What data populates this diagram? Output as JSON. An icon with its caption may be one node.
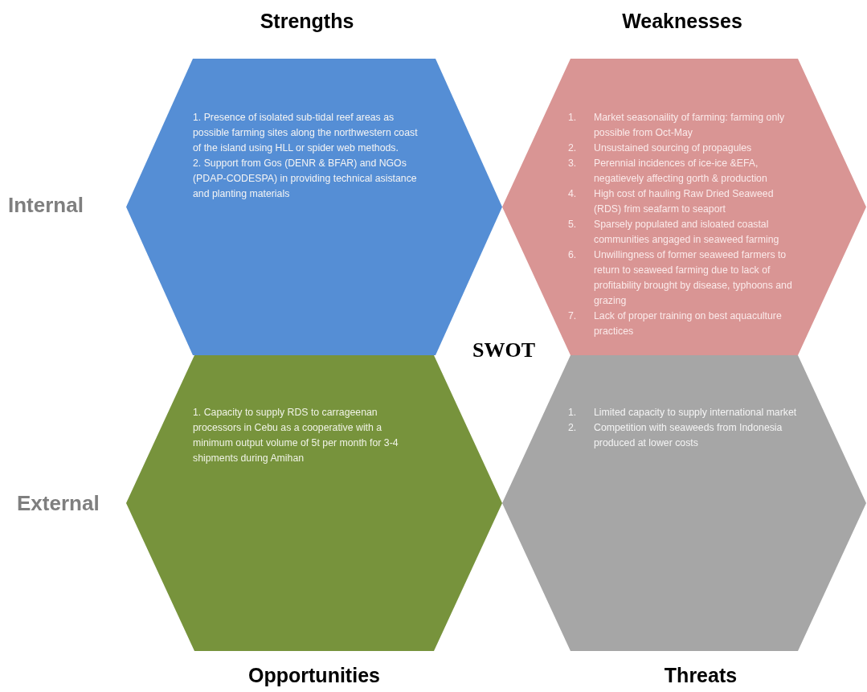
{
  "diagram": {
    "nodes": [
      {
        "text": [
          "Strengths",
          "1. Presence of isolated sub-tidal reef areas as possible farming  sites along the northwestern coast of the island using HLL or spider web methods.",
          "2. Support from Gos (DENR & BFAR) and NGOs (PDAP-CODESPA)  in providing technical asistance and planting materials"
        ]
      },
      {
        "text": [
          "Weaknesses",
          "1. Market seasonaility of farming: farming only possible from Oct-May",
          "2. Unsustained sourcing of propagules",
          "3. Perennial incidences of ice-ice &EFA, negatievely affecting gorth & production",
          "4. High cost of hauling Raw Dried Seaweed (RDS) frim seafarm to seaport",
          "5. Sparsely populated and isloated coastal communities angaged in seaweed farming",
          "6. Unwillingness of former seaweed farmers to return to seaweed farming due to lack of profitability brought by disease, typhoons and grazing",
          "7. Lack of proper training on best aquaculture practices"
        ]
      },
      {
        "text": [
          "1. Capacity to supply RDS to carrageenan processors in Cebu as a cooperative with a minimum output volume of 5t per month for 3-4 shipments during Amihan",
          "Opportunities"
        ]
      },
      {
        "text": [
          "1. Limited capacity to supply international market",
          "2. Competition with seaweeds from Indonesia produced at lower costs",
          "Threats"
        ]
      }
    ],
    "labels": [
      "Internal",
      "SWOT",
      "External"
    ]
  }
}
